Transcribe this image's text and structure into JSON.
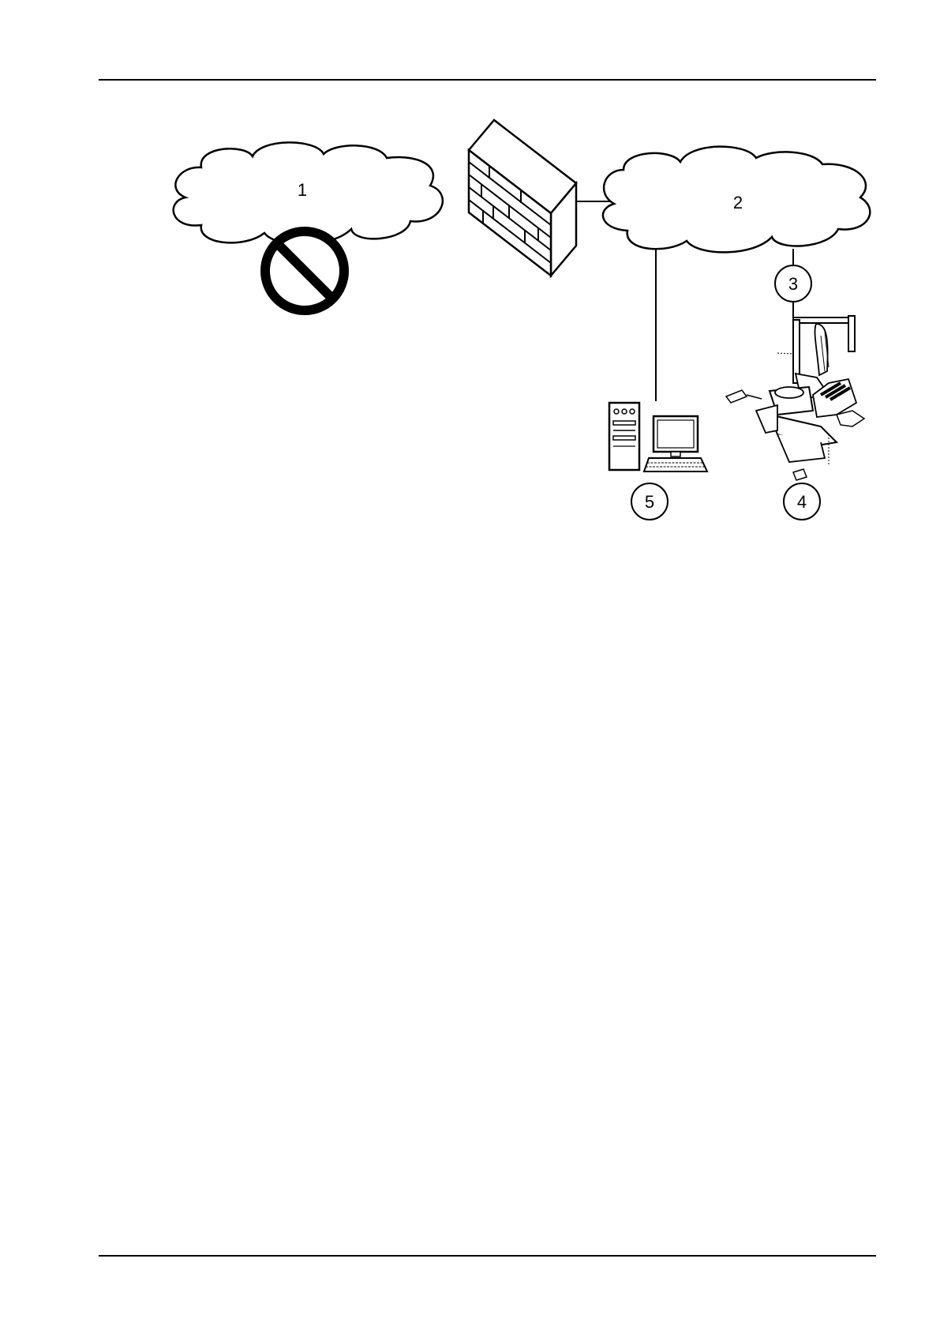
{
  "diagram": {
    "nodes": [
      {
        "id": "cloud-1",
        "label": "1"
      },
      {
        "id": "cloud-2",
        "label": "2"
      },
      {
        "id": "node-3",
        "label": "3"
      },
      {
        "id": "node-4",
        "label": "4"
      },
      {
        "id": "node-5",
        "label": "5"
      }
    ],
    "edges": [
      {
        "from": "firewall",
        "to": "cloud-2"
      },
      {
        "from": "cloud-2",
        "to": "node-5"
      },
      {
        "from": "cloud-2",
        "to": "node-3"
      },
      {
        "from": "node-3",
        "to": "dental-unit"
      }
    ],
    "icons": [
      "prohibited-icon",
      "firewall-icon",
      "computer-workstation-icon",
      "dental-unit-icon"
    ]
  }
}
